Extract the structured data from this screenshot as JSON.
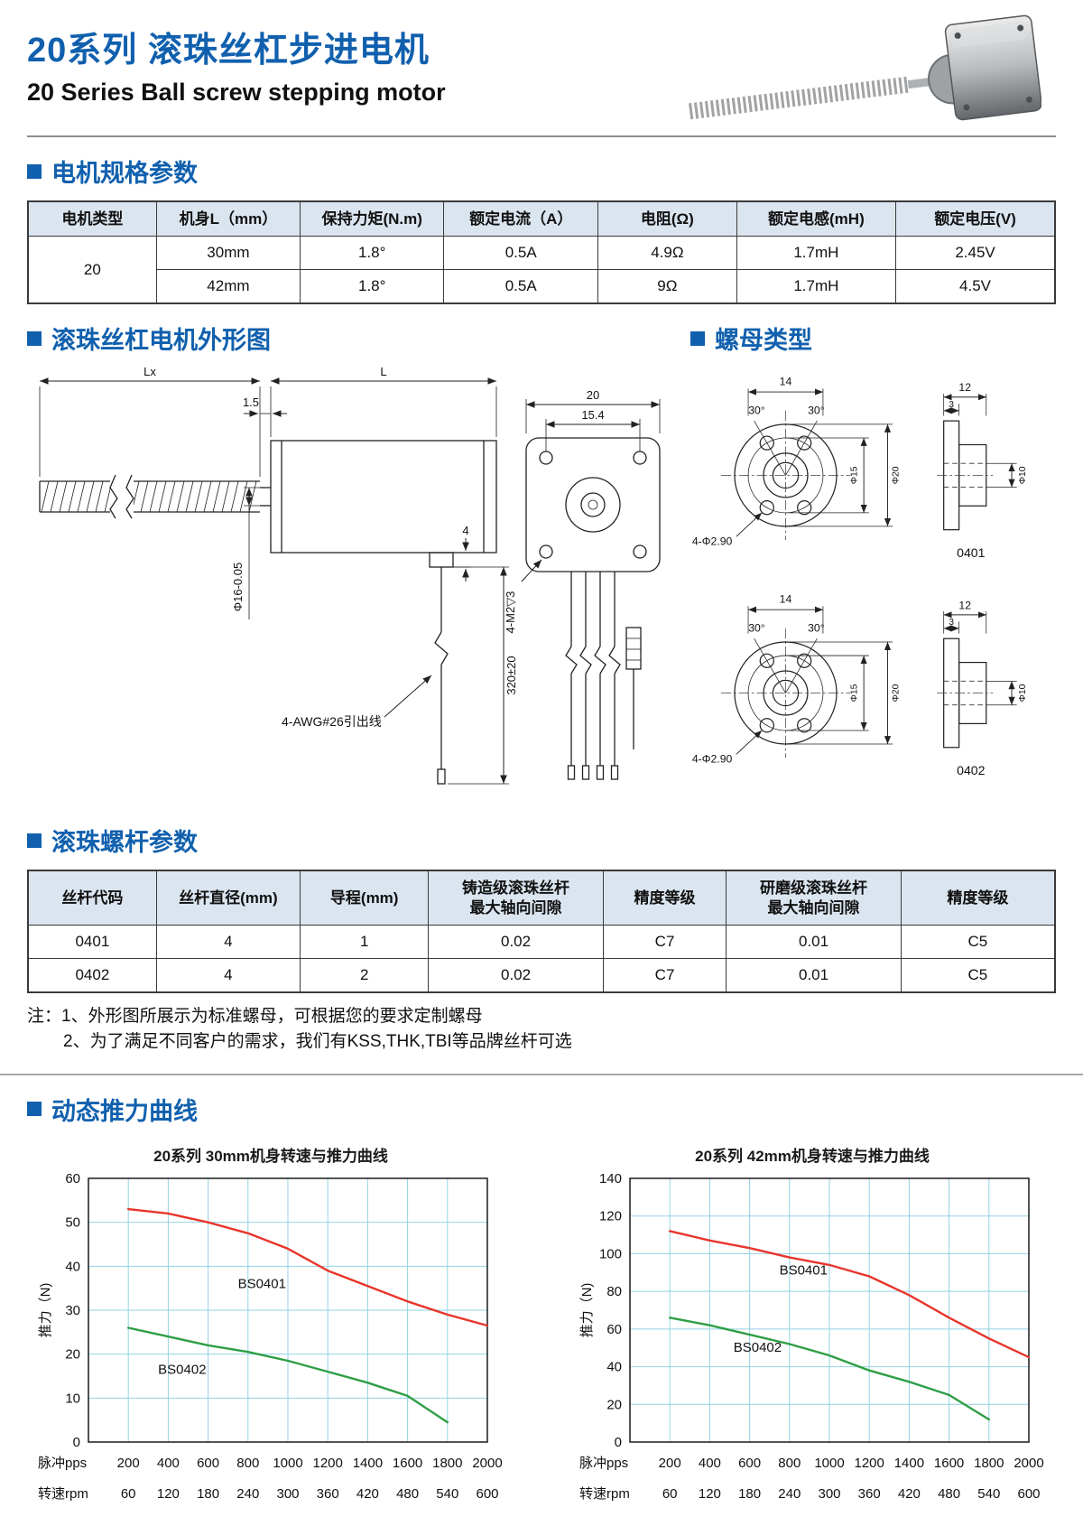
{
  "header": {
    "title_zh": "20系列 滚珠丝杠步进电机",
    "title_en": "20 Series Ball screw stepping motor"
  },
  "sections": {
    "specs": "电机规格参数",
    "outline": "滚珠丝杠电机外形图",
    "nut": "螺母类型",
    "screw": "滚珠螺杆参数",
    "curves": "动态推力曲线"
  },
  "spec_table": {
    "headers": [
      "电机类型",
      "机身L（mm）",
      "保持力矩(N.m)",
      "额定电流（A）",
      "电阻(Ω)",
      "额定电感(mH)",
      "额定电压(V)"
    ],
    "motor_type": "20",
    "rows": [
      {
        "body": "30mm",
        "torque": "1.8°",
        "current": "0.5A",
        "resistance": "4.9Ω",
        "inductance": "1.7mH",
        "voltage": "2.45V"
      },
      {
        "body": "42mm",
        "torque": "1.8°",
        "current": "0.5A",
        "resistance": "9Ω",
        "inductance": "1.7mH",
        "voltage": "4.5V"
      }
    ]
  },
  "outline_drawing": {
    "lx": "Lx",
    "l": "L",
    "gap": "1.5",
    "shaft_dia": "Φ16-0.05",
    "step": "4",
    "wire_length": "320±20",
    "wire_note": "4-AWG#26引出线",
    "face_width": "20",
    "hole_spacing": "15.4",
    "mount_holes": "4-M2▽3"
  },
  "nut_drawings": [
    {
      "top_width": "14",
      "angle_left": "30°",
      "angle_right": "30°",
      "holes": "4-Φ2.90",
      "bolt_circle": "Φ15",
      "outer_dia": "Φ20",
      "flange_width": "12",
      "flange_thickness": "3",
      "bore": "Φ10",
      "code": "0401"
    },
    {
      "top_width": "14",
      "angle_left": "30°",
      "angle_right": "30°",
      "holes": "4-Φ2.90",
      "bolt_circle": "Φ15",
      "outer_dia": "Φ20",
      "flange_width": "12",
      "flange_thickness": "3",
      "bore": "Φ10",
      "code": "0402"
    }
  ],
  "screw_table": {
    "headers": [
      "丝杆代码",
      "丝杆直径(mm)",
      "导程(mm)",
      "铸造级滚珠丝杆\n最大轴向间隙",
      "精度等级",
      "研磨级滚珠丝杆\n最大轴向间隙",
      "精度等级"
    ],
    "rows": [
      [
        "0401",
        "4",
        "1",
        "0.02",
        "C7",
        "0.01",
        "C5"
      ],
      [
        "0402",
        "4",
        "2",
        "0.02",
        "C7",
        "0.01",
        "C5"
      ]
    ]
  },
  "notes": {
    "line1": "注：1、外形图所展示为标准螺母，可根据您的要求定制螺母",
    "line2": "2、为了满足不同客户的需求，我们有KSS,THK,TBI等品牌丝杆可选"
  },
  "chart_data": [
    {
      "type": "line",
      "title": "20系列 30mm机身转速与推力曲线",
      "ylabel": "推力（N)",
      "ylim": [
        0,
        60
      ],
      "ystep": 10,
      "xlim": [
        0,
        2000
      ],
      "x": [
        200,
        400,
        600,
        800,
        1000,
        1200,
        1400,
        1600,
        1800,
        2000
      ],
      "x_rows": [
        {
          "header": "脉冲pps",
          "values": [
            "200",
            "400",
            "600",
            "800",
            "1000",
            "1200",
            "1400",
            "1600",
            "1800",
            "2000"
          ]
        },
        {
          "header": "转速rpm",
          "values": [
            "60",
            "120",
            "180",
            "240",
            "300",
            "360",
            "420",
            "480",
            "540",
            "600"
          ]
        }
      ],
      "series": [
        {
          "name": "BS0401",
          "color": "#e8352b",
          "values": [
            53,
            52,
            50,
            47.5,
            44,
            39,
            35.5,
            32,
            29,
            26.5
          ]
        },
        {
          "name": "BS0402",
          "color": "#2f9e46",
          "values": [
            26,
            24,
            22,
            20.5,
            18.5,
            16,
            13.5,
            10.5,
            4.5,
            null
          ]
        }
      ],
      "annotations": [
        {
          "text": "BS0401",
          "x": 870,
          "y": 35
        },
        {
          "text": "BS0402",
          "x": 470,
          "y": 15.5
        }
      ],
      "grid_color": "#93d2e4",
      "legend_position": "on-chart"
    },
    {
      "type": "line",
      "title": "20系列 42mm机身转速与推力曲线",
      "ylabel": "推力（N)",
      "ylim": [
        0,
        140
      ],
      "ystep": 20,
      "xlim": [
        0,
        2000
      ],
      "x": [
        200,
        400,
        600,
        800,
        1000,
        1200,
        1400,
        1600,
        1800,
        2000
      ],
      "x_rows": [
        {
          "header": "脉冲pps",
          "values": [
            "200",
            "400",
            "600",
            "800",
            "1000",
            "1200",
            "1400",
            "1600",
            "1800",
            "2000"
          ]
        },
        {
          "header": "转速rpm",
          "values": [
            "60",
            "120",
            "180",
            "240",
            "300",
            "360",
            "420",
            "480",
            "540",
            "600"
          ]
        }
      ],
      "series": [
        {
          "name": "BS0401",
          "color": "#e8352b",
          "values": [
            112,
            107,
            103,
            98,
            94,
            88,
            78,
            66,
            55,
            45
          ]
        },
        {
          "name": "BS0402",
          "color": "#2f9e46",
          "values": [
            66,
            62,
            57,
            52,
            46,
            38,
            32,
            25,
            12,
            null
          ]
        }
      ],
      "annotations": [
        {
          "text": "BS0401",
          "x": 870,
          "y": 89
        },
        {
          "text": "BS0402",
          "x": 640,
          "y": 48
        }
      ],
      "grid_color": "#93d2e4",
      "legend_position": "on-chart"
    }
  ]
}
